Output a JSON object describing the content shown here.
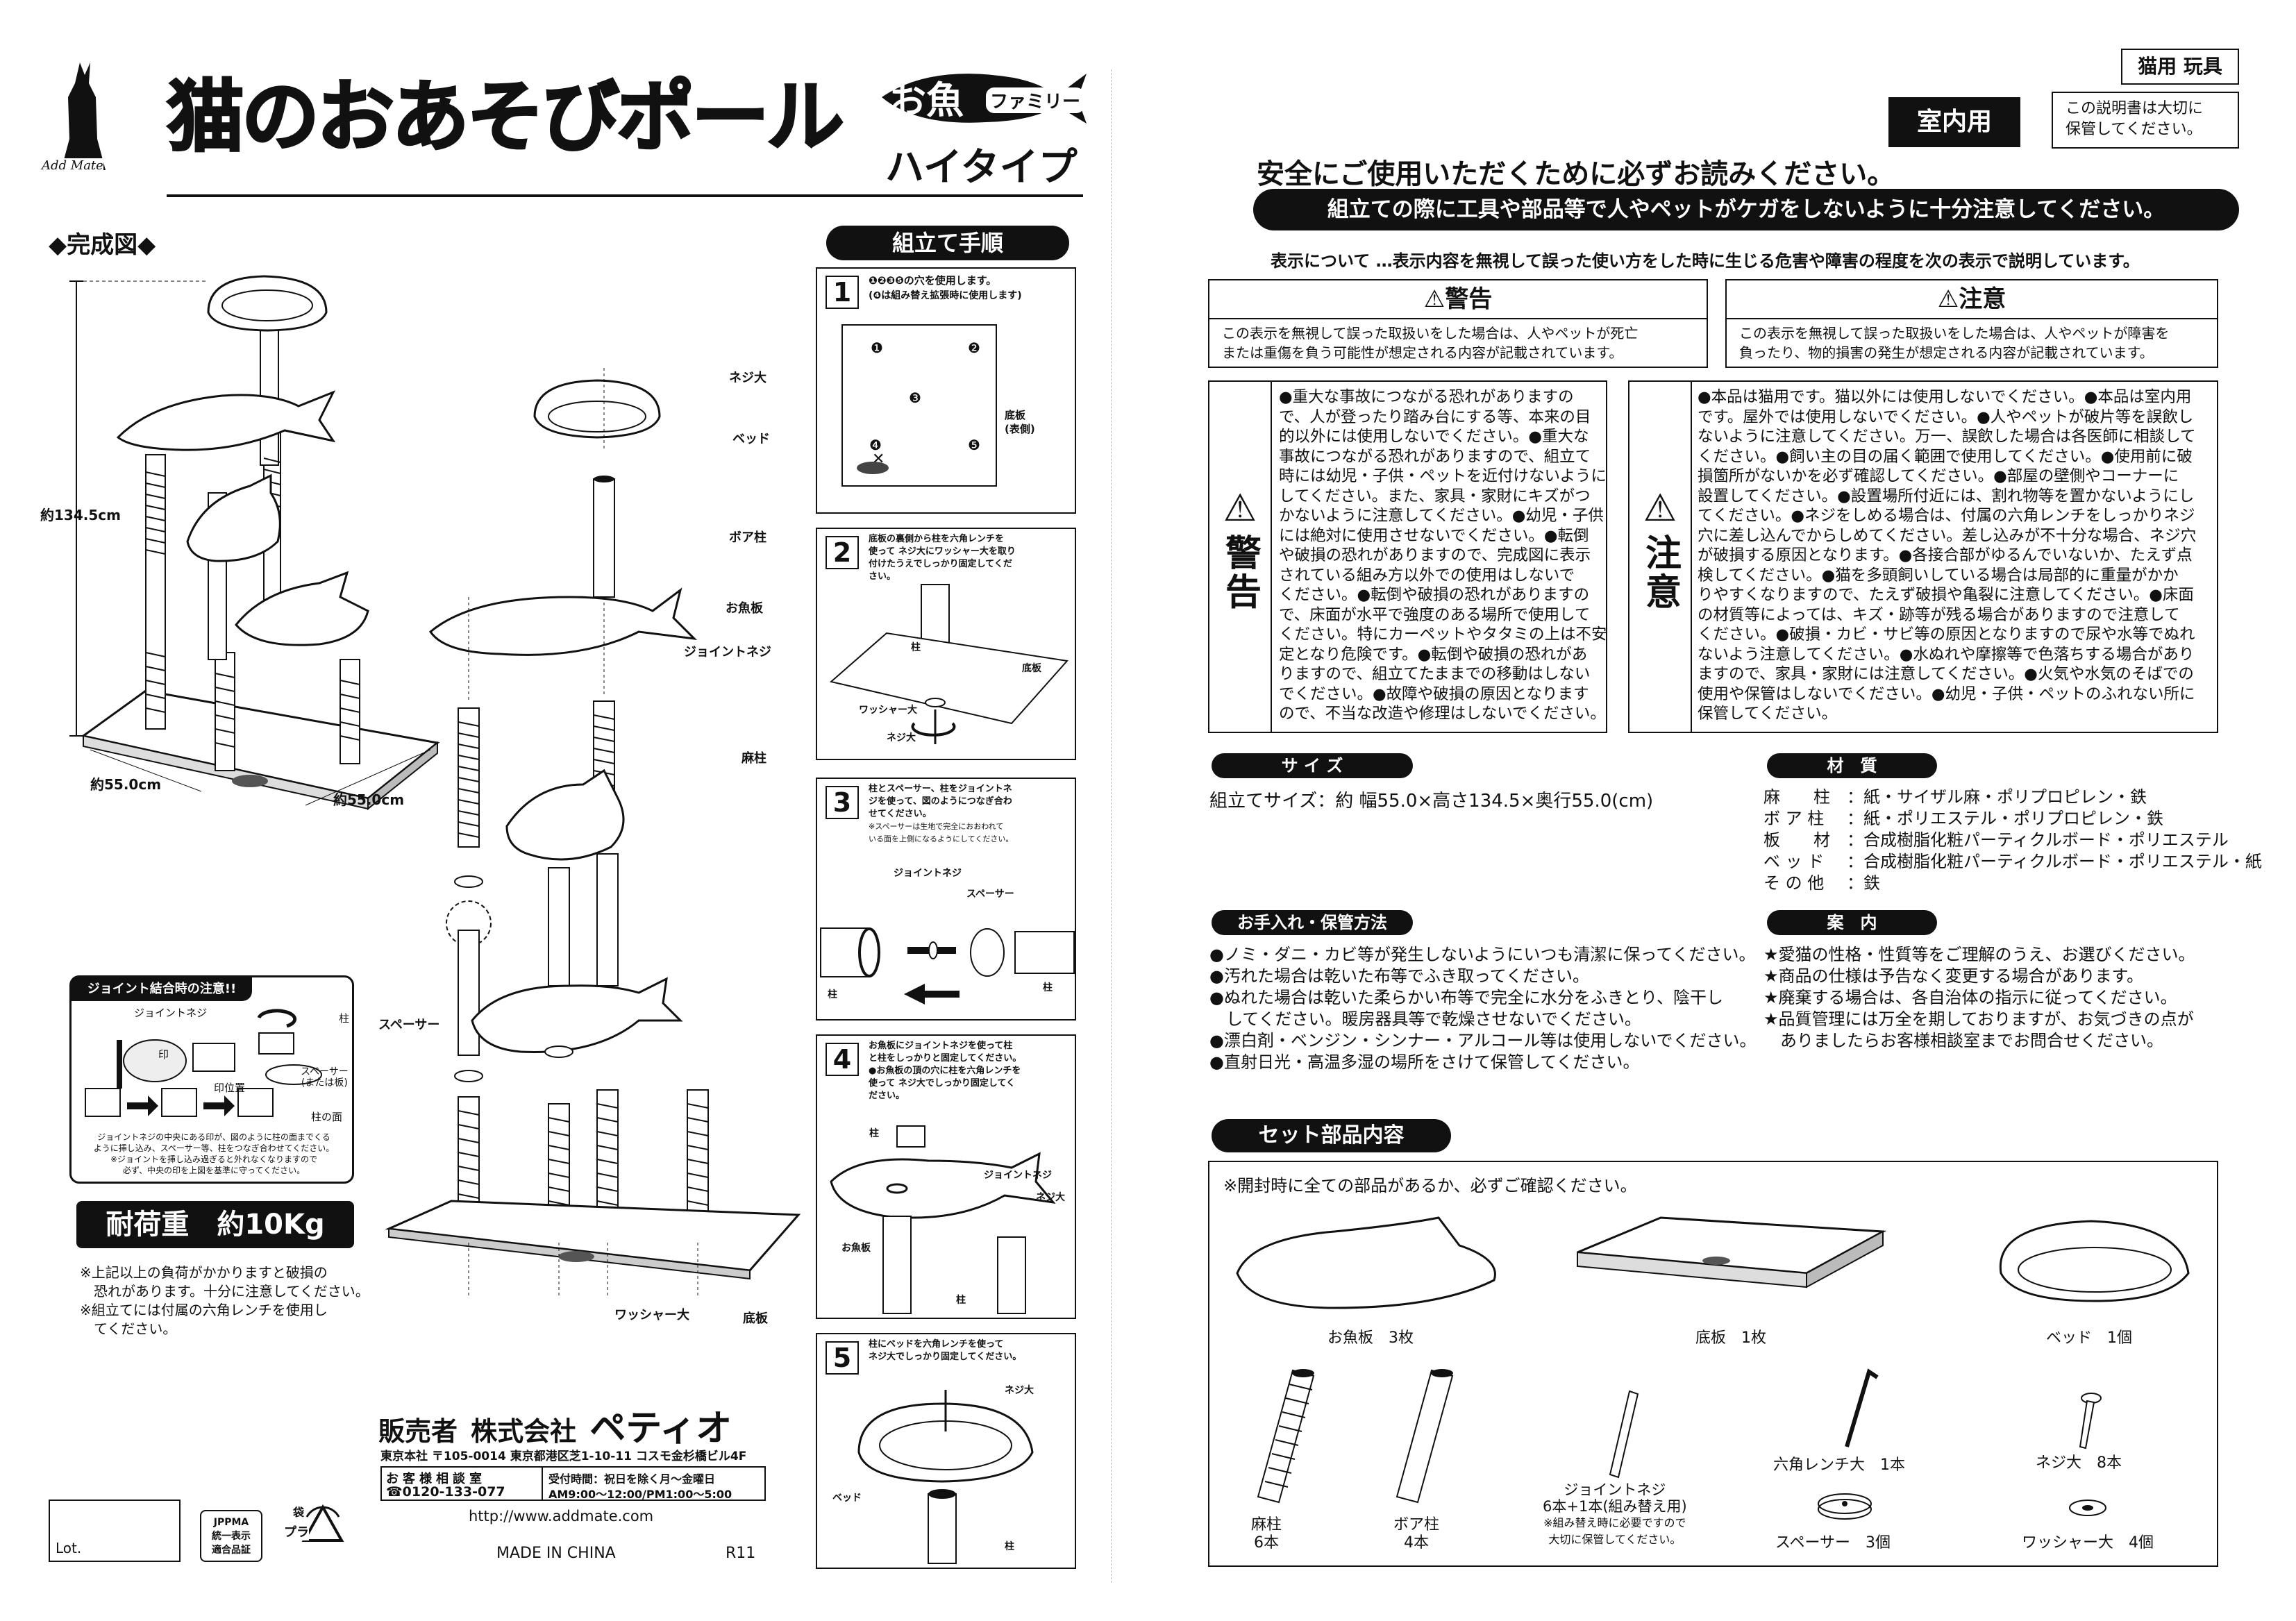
{
  "brand": "Add Mate",
  "title": {
    "main": "猫のおあそびポール",
    "fish_badge_1": "お魚",
    "fish_badge_2": "ファミリー",
    "type": "ハイタイプ"
  },
  "category": "猫用 玩具",
  "indoor": "室内用",
  "keep_note_1": "この説明書は大切に",
  "keep_note_2": "保管してください。",
  "read_first": "安全にご使用いただくために必ずお読みください。",
  "banner": "組立ての際に工具や部品等で人やペットがケガをしないように十分注意してください。",
  "display_note": "表示について …表示内容を無視して誤った使い方をした時に生じる危害や障害の程度を次の表示で説明しています。",
  "warning": {
    "head": "警告",
    "def_1": "この表示を無視して誤った取扱いをした場合は、人やペットが死亡",
    "def_2": "または重傷を負う可能性が想定される内容が記載されています。",
    "side": "警告",
    "lines": [
      "●重大な事故につながる恐れがありますの",
      "で、人が登ったり踏み台にする等、本来の目",
      "的以外には使用しないでください。●重大な",
      "事故につながる恐れがありますので、組立て",
      "時には幼児・子供・ペットを近付けないように",
      "してください。また、家具・家財にキズがつ",
      "かないように注意してください。●幼児・子供",
      "には絶対に使用させないでください。●転倒",
      "や破損の恐れがありますので、完成図に表示",
      "されている組み方以外での使用はしないで",
      "ください。●転倒や破損の恐れがありますの",
      "で、床面が水平で強度のある場所で使用して",
      "ください。特にカーペットやタタミの上は不安",
      "定となり危険です。●転倒や破損の恐れがあ",
      "りますので、組立てたままでの移動はしない",
      "でください。●故障や破損の原因となります",
      "ので、不当な改造や修理はしないでください。"
    ]
  },
  "caution": {
    "head": "注意",
    "def_1": "この表示を無視して誤った取扱いをした場合は、人やペットが障害を",
    "def_2": "負ったり、物的損害の発生が想定される内容が記載されています。",
    "side": "注意",
    "lines": [
      "●本品は猫用です。猫以外には使用しないでください。●本品は室内用",
      "です。屋外では使用しないでください。●人やペットが破片等を誤飲し",
      "ないように注意してください。万一、誤飲した場合は各医師に相談して",
      "ください。●飼い主の目の届く範囲で使用してください。●使用前に破",
      "損箇所がないかを必ず確認してください。●部屋の壁側やコーナーに",
      "設置してください。●設置場所付近には、割れ物等を置かないようにし",
      "てください。●ネジをしめる場合は、付属の六角レンチをしっかりネジ",
      "穴に差し込んでからしめてください。差し込みが不十分な場合、ネジ穴",
      "が破損する原因となります。●各接合部がゆるんでいないか、たえず点",
      "検してください。●猫を多頭飼いしている場合は局部的に重量がかか",
      "りやすくなりますので、たえず破損や亀裂に注意してください。●床面",
      "の材質等によっては、キズ・跡等が残る場合がありますので注意して",
      "ください。●破損・カビ・サビ等の原因となりますので尿や水等でぬれ",
      "ないよう注意してください。●水ぬれや摩擦等で色落ちする場合があり",
      "ますので、家具・家財には注意してください。●火気や水気のそばでの",
      "使用や保管はしないでください。●幼児・子供・ペットのふれない所に",
      "保管してください。"
    ]
  },
  "size": {
    "head": "サ イ ズ",
    "text": "組立てサイズ：約 幅55.0×高さ134.5×奥行55.0(cm)"
  },
  "material": {
    "head": "材　質",
    "rows": [
      [
        "麻　　柱",
        "：紙・サイザル麻・ポリプロピレン・鉄"
      ],
      [
        "ボ ア 柱",
        "：紙・ポリエステル・ポリプロピレン・鉄"
      ],
      [
        "板　　材",
        "：合成樹脂化粧パーティクルボード・ポリエステル"
      ],
      [
        "ベ ッ ド",
        "：合成樹脂化粧パーティクルボード・ポリエステル・紙"
      ],
      [
        "そ の 他",
        "：鉄"
      ]
    ]
  },
  "care": {
    "head": "お手入れ・保管方法",
    "lines": [
      "●ノミ・ダニ・カビ等が発生しないようにいつも清潔に保ってください。",
      "●汚れた場合は乾いた布等でふき取ってください。",
      "●ぬれた場合は乾いた柔らかい布等で完全に水分をふきとり、陰干し",
      "　してください。暖房器具等で乾燥させないでください。",
      "●漂白剤・ベンジン・シンナー・アルコール等は使用しないでください。",
      "●直射日光・高温多湿の場所をさけて保管してください。"
    ]
  },
  "guide": {
    "head": "案　内",
    "lines": [
      "★愛猫の性格・性質等をご理解のうえ、お選びください。",
      "★商品の仕様は予告なく変更する場合があります。",
      "★廃棄する場合は、各自治体の指示に従ってください。",
      "★品質管理には万全を期しておりますが、お気づきの点が",
      "　ありましたらお客様相談室までお問合せください。"
    ]
  },
  "parts": {
    "head": "セット部品内容",
    "check": "※開封時に全ての部品があるか、必ずご確認ください。",
    "fish_board": "お魚板　3枚",
    "base_board": "底板　1枚",
    "bed": "ベッド　1個",
    "sisal": "麻柱",
    "sisal_count": "6本",
    "boa": "ボア柱",
    "boa_count": "4本",
    "joint": "ジョイントネジ",
    "joint_count": "6本+1本(組み替え用)",
    "joint_note_1": "※組み替え時に必要ですので",
    "joint_note_2": "大切に保管してください。",
    "wrench": "六角レンチ大　1本",
    "spacer": "スペーサー　3個",
    "screw": "ネジ大　8本",
    "washer": "ワッシャー大　4個"
  },
  "assembly": {
    "head": "組立て手順",
    "step1_note_1": "❶❷❸❺の穴を使用します。",
    "step1_note_2": "(❹は組み替え拡張時に使用します)",
    "step1_base": "底板",
    "step1_back": "(表側)",
    "holes": [
      "❶",
      "❷",
      "❸",
      "❹",
      "❺"
    ],
    "step2_1": "底板の裏側から柱を六角レンチを",
    "step2_2": "使って ネジ大にワッシャー大を取り",
    "step2_3": "付けたうえでしっかり固定してくだ",
    "step2_4": "さい。",
    "step3_1": "柱とスペーサー、柱をジョイントネ",
    "step3_2": "ジを使って、図のようにつなぎ合わ",
    "step3_3": "せてください。",
    "step3_4": "※スペーサーは生地で完全におおわれて",
    "step3_5": "いる面を上側になるようにしてください。",
    "step4_1": "お魚板にジョイントネジを使って柱",
    "step4_2": "と柱をしっかりと固定してください。",
    "step4_3": "●お魚板の頂の穴に柱を六角レンチを",
    "step4_4": "使って ネジ大でしっかり固定してく",
    "step4_5": "ださい。",
    "step5_1": "柱にベッドを六角レンチを使って",
    "step5_2": "ネジ大でしっかり固定してください。",
    "lbl_pillar": "柱",
    "lbl_base": "底板",
    "lbl_washer": "ワッシャー大",
    "lbl_screw": "ネジ大",
    "lbl_joint": "ジョイントネジ",
    "lbl_spacer": "スペーサー",
    "lbl_fish": "お魚板",
    "lbl_bed": "ベッド"
  },
  "complete": {
    "head": "◆完成図◆",
    "height": "約134.5cm",
    "w1": "約55.0cm",
    "w2": "約55.0cm"
  },
  "exploded": {
    "screw": "ネジ大",
    "bed": "ベッド",
    "boa": "ボア柱",
    "fish": "お魚板",
    "joint": "ジョイントネジ",
    "sisal": "麻柱",
    "spacer": "スペーサー",
    "washer": "ワッシャー大",
    "base": "底板"
  },
  "joint_note": {
    "head": "ジョイント結合時の注意!!",
    "screw": "ジョイントネジ",
    "mark": "印",
    "pillar": "柱",
    "pos": "印位置",
    "spacer_1": "スペーサー",
    "spacer_2": "(または板)",
    "face": "柱の面",
    "n1": "ジョイントネジの中央にある印が、図のように柱の面までくる",
    "n2": "ように挿し込み、スペーサー等、柱をつなぎ合わせてください。",
    "n3": "※ジョイントを挿し込み過ぎると外れなくなりますので",
    "n4": "必ず、中央の印を上図を基準に守ってください。"
  },
  "load": "耐荷重　約10Kg",
  "load_notes": [
    "※上記以上の負荷がかかりますと破損の",
    "　恐れがあります。十分に注意してください。",
    "※組立てには付属の六角レンチを使用し",
    "　てください。"
  ],
  "seller": {
    "label": "販売者",
    "company": "株式会社",
    "name": "ペティオ",
    "address": "東京本社 〒105-0014 東京都港区芝1-10-11 コスモ金杉橋ビル4F",
    "consult": "お客様相談室",
    "phone": "☎0120-133-077",
    "hours_1": "受付時間：祝日を除く月～金曜日",
    "hours_2": "AM9:00～12:00/PM1:00～5:00",
    "url": "http://www.addmate.com"
  },
  "lot": "Lot.",
  "jppma_1": "JPPMA",
  "jppma_2": "統一表示",
  "jppma_3": "適合品証",
  "recycle": "プラ",
  "recycle_sub": "袋",
  "made_in": "MADE IN CHINA",
  "rev": "R11"
}
